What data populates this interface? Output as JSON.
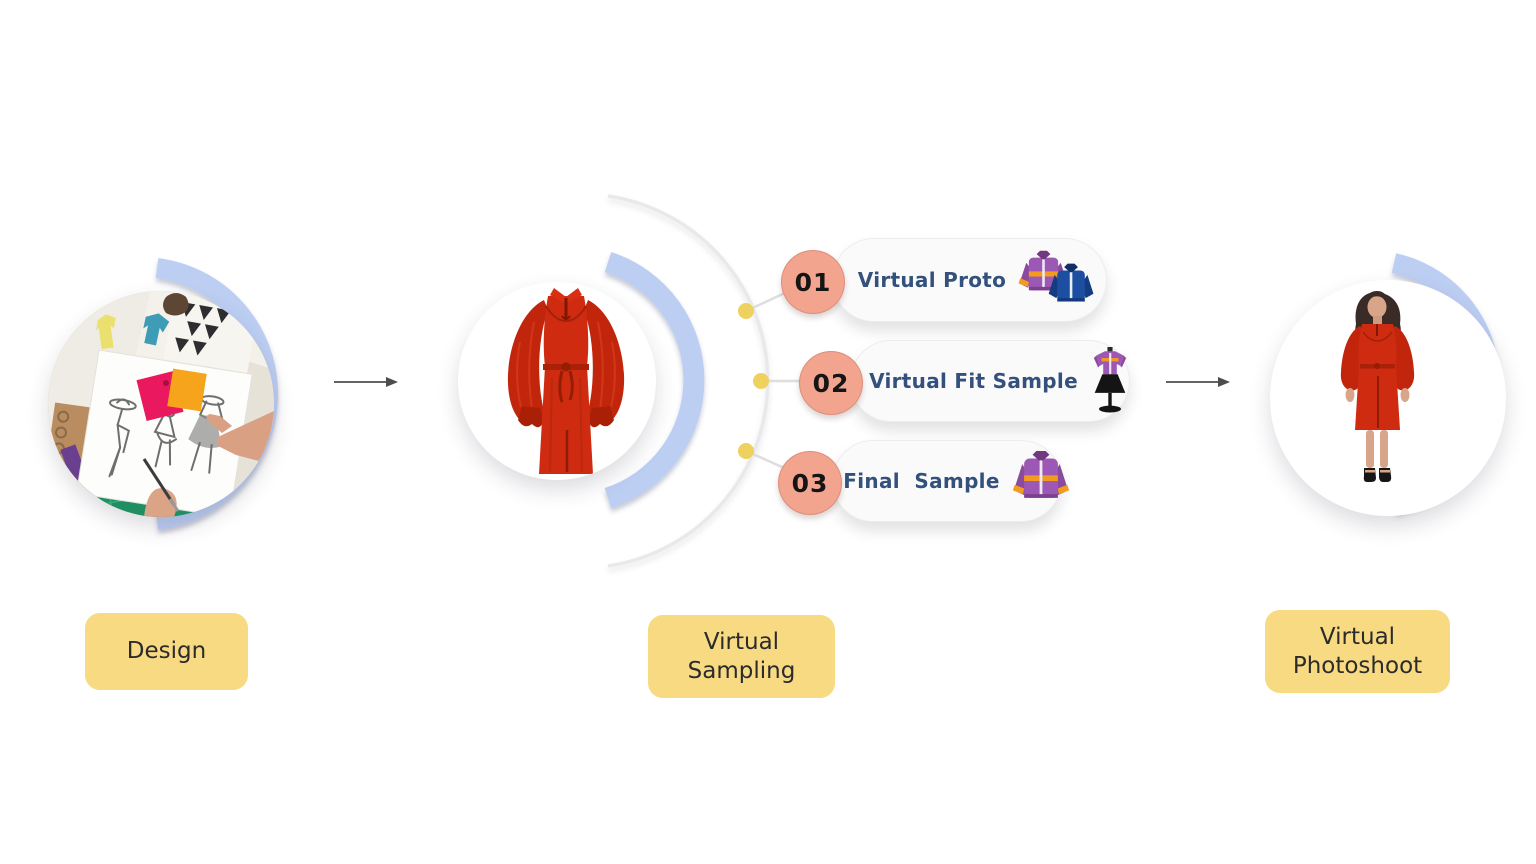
{
  "diagram": {
    "stages": [
      {
        "id": "design",
        "label": "Design"
      },
      {
        "id": "virtual-sampling",
        "label": "Virtual Sampling"
      },
      {
        "id": "virtual-photoshoot",
        "label": "Virtual Photoshoot"
      }
    ],
    "steps": [
      {
        "number": "01",
        "label": "Virtual Proto",
        "icon": "jackets-pair-icon"
      },
      {
        "number": "02",
        "label": "Virtual Fit Sample",
        "icon": "mannequin-jacket-icon"
      },
      {
        "number": "03",
        "label": "Final  Sample",
        "icon": "jacket-icon"
      }
    ],
    "images": [
      {
        "id": "design-photo",
        "description": "fashion designers sketching at a desk"
      },
      {
        "id": "dress-photo",
        "description": "red long-sleeve dress"
      },
      {
        "id": "model-photo",
        "description": "woman wearing the red dress"
      }
    ]
  },
  "colors": {
    "arc_blue": "#bdcef3",
    "arc_gray": "#e9e9ec",
    "dot_yellow": "#eed15e",
    "pill_bg": "#fafafa",
    "pill_text": "#33517c",
    "number_circle": "#f2a48f",
    "number_text": "#151515",
    "label_bg": "#f8da82",
    "label_text": "#2b2b2b",
    "arrow": "#4d4d4d",
    "dress_red": "#cf2b10"
  }
}
